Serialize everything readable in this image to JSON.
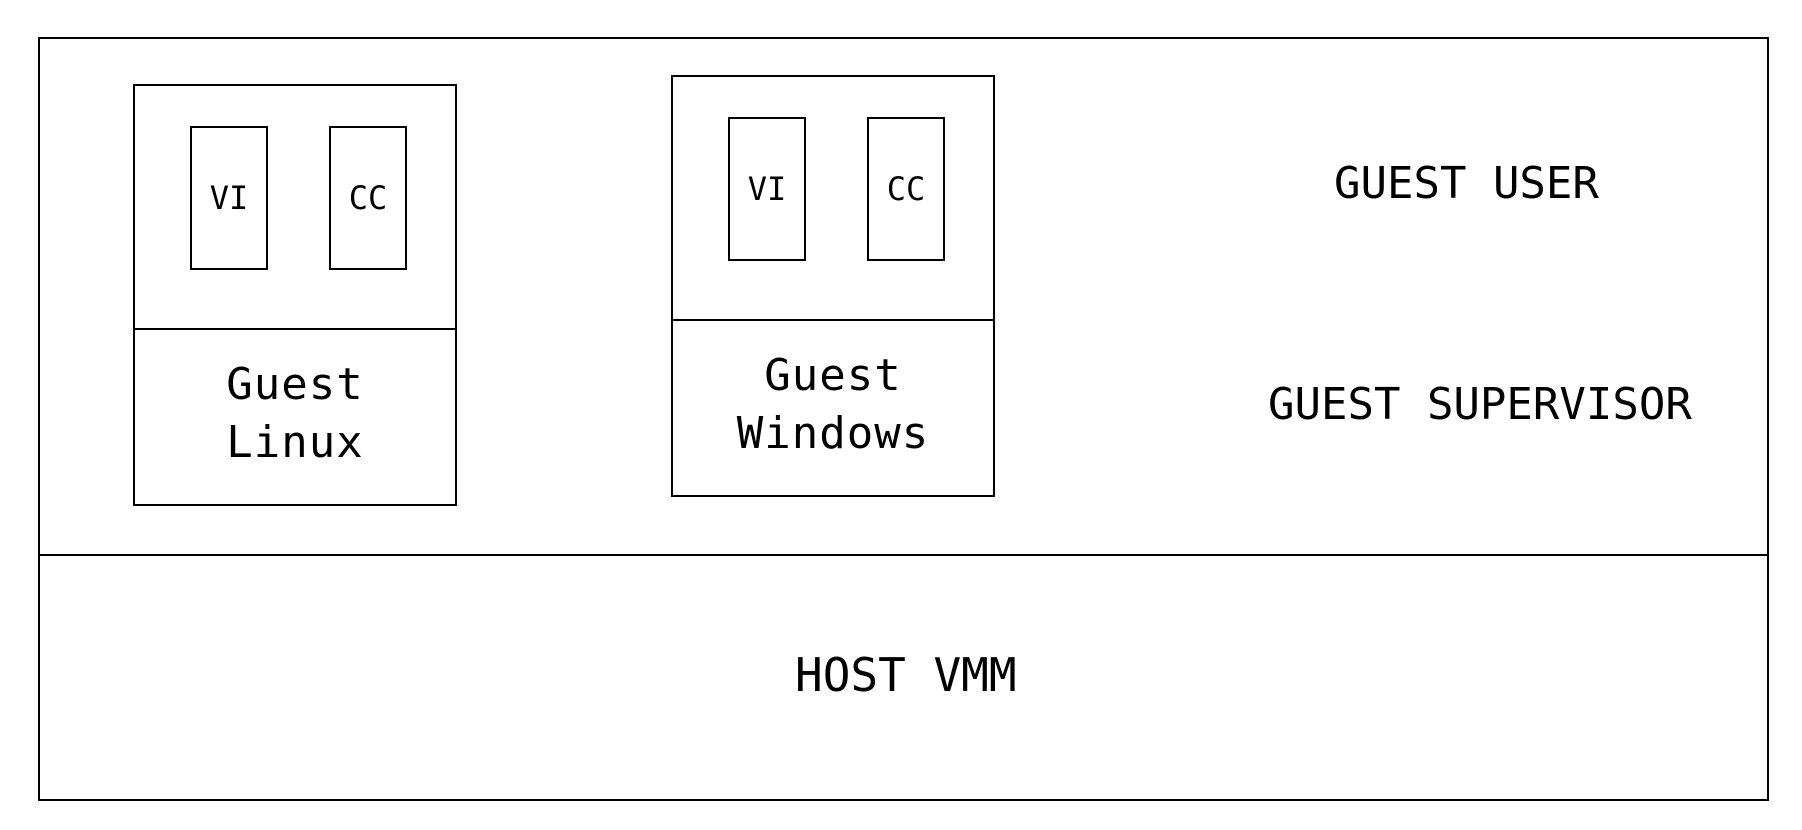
{
  "layers": {
    "guest_user": "GUEST USER",
    "guest_supervisor": "GUEST SUPERVISOR",
    "host": "HOST VMM"
  },
  "vms": [
    {
      "os_line1": "Guest",
      "os_line2": "Linux",
      "apps": [
        "VI",
        "CC"
      ]
    },
    {
      "os_line1": "Guest",
      "os_line2": "Windows",
      "apps": [
        "VI",
        "CC"
      ]
    }
  ]
}
